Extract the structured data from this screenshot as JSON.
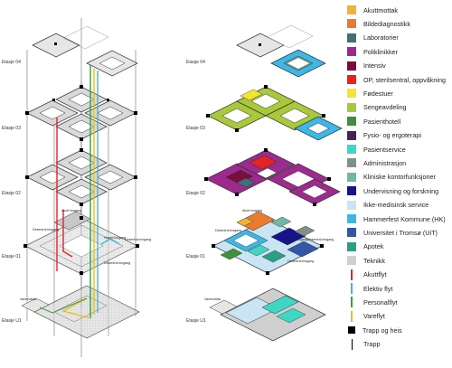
{
  "floors": [
    "Etasje 04",
    "Etasje 03",
    "Etasje 02",
    "Etasje 01",
    "Etasje U1"
  ],
  "annotations": {
    "akutt": "Akutt inngang",
    "hoved": "Hoved inngang",
    "desentral_a": "Desentral inngang",
    "desentral_b": "Desentral inngang",
    "desentral_c": "Desentral inngang",
    "varemottak": "Varemottak"
  },
  "legend": {
    "departments": [
      {
        "label": "Akuttmottak",
        "color": "#f2b233"
      },
      {
        "label": "Bildediagnostikk",
        "color": "#ec7a2e"
      },
      {
        "label": "Laboratorier",
        "color": "#3e7275"
      },
      {
        "label": "Poliklinikker",
        "color": "#9d2a8e"
      },
      {
        "label": "Intensiv",
        "color": "#7a0e3d"
      },
      {
        "label": "OP, sterilsentral, oppvåkning",
        "color": "#e52421"
      },
      {
        "label": "Fødestuer",
        "color": "#f3e531"
      },
      {
        "label": "Sengeavdeling",
        "color": "#a9c93a"
      },
      {
        "label": "Pasienthotell",
        "color": "#3f8f3b"
      },
      {
        "label": "Fysio- og ergoterapi",
        "color": "#4a2157"
      },
      {
        "label": "Pasientservice",
        "color": "#3fd6c4"
      },
      {
        "label": "Administrasjon",
        "color": "#7f9187"
      },
      {
        "label": "Kliniske kontorfunksjoner",
        "color": "#6fb8a3"
      },
      {
        "label": "Undervisning og forskning",
        "color": "#14158c"
      },
      {
        "label": "Ikke-medisinsk service",
        "color": "#c9e4f2"
      },
      {
        "label": "Hammerfest Kommune (HK)",
        "color": "#3ab8e6"
      },
      {
        "label": "Universitet i Tromsø (UiT)",
        "color": "#3157a6"
      },
      {
        "label": "Apotek",
        "color": "#2a9e86"
      },
      {
        "label": "Teknikk",
        "color": "#cfcfcf"
      }
    ],
    "flows": [
      {
        "label": "Akuttflyt",
        "color": "#e52421"
      },
      {
        "label": "Elektiv flyt",
        "color": "#3ab8e6"
      },
      {
        "label": "Personalflyt",
        "color": "#3f9b3a"
      },
      {
        "label": "Vareflyt",
        "color": "#e0c21f"
      }
    ],
    "symbols": [
      {
        "label": "Trapp og heis"
      },
      {
        "label": "Trapp"
      }
    ]
  }
}
